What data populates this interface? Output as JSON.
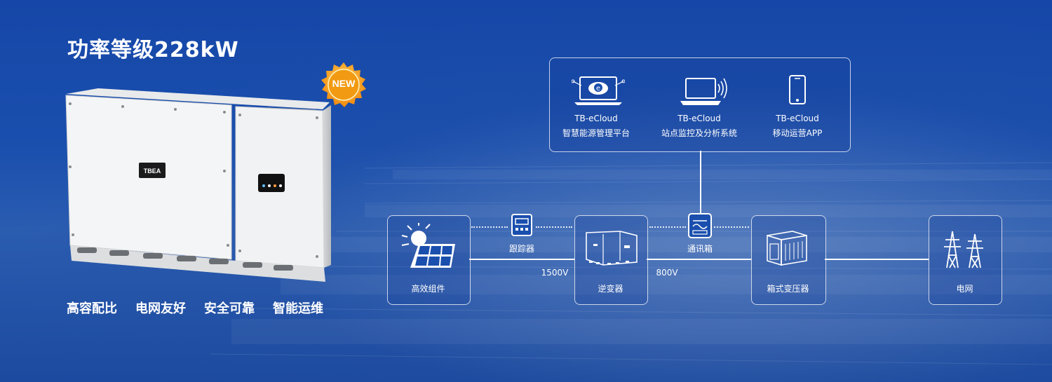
{
  "title": "功率等级228kW",
  "badge": "NEW",
  "features": [
    "高容配比",
    "电网友好",
    "安全可靠",
    "智能运维"
  ],
  "device_logo": "TBEA",
  "cloud": [
    {
      "name": "TB-eCloud",
      "desc": "智慧能源管理平台",
      "icon": "laptop-cloud-icon"
    },
    {
      "name": "TB-eCloud",
      "desc": "站点监控及分析系统",
      "icon": "laptop-wifi-icon"
    },
    {
      "name": "TB-eCloud",
      "desc": "移动运营APP",
      "icon": "smartphone-icon"
    }
  ],
  "nodes": {
    "module": "高效组件",
    "tracker": "跟踪器",
    "inverter": "逆变器",
    "commbox": "通讯箱",
    "transformer": "箱式变压器",
    "grid": "电网"
  },
  "voltages": {
    "dc": "1500V",
    "ac": "800V"
  },
  "colors": {
    "background": "#1a4fae",
    "badge": "#f39a12",
    "line": "#ffffff"
  }
}
